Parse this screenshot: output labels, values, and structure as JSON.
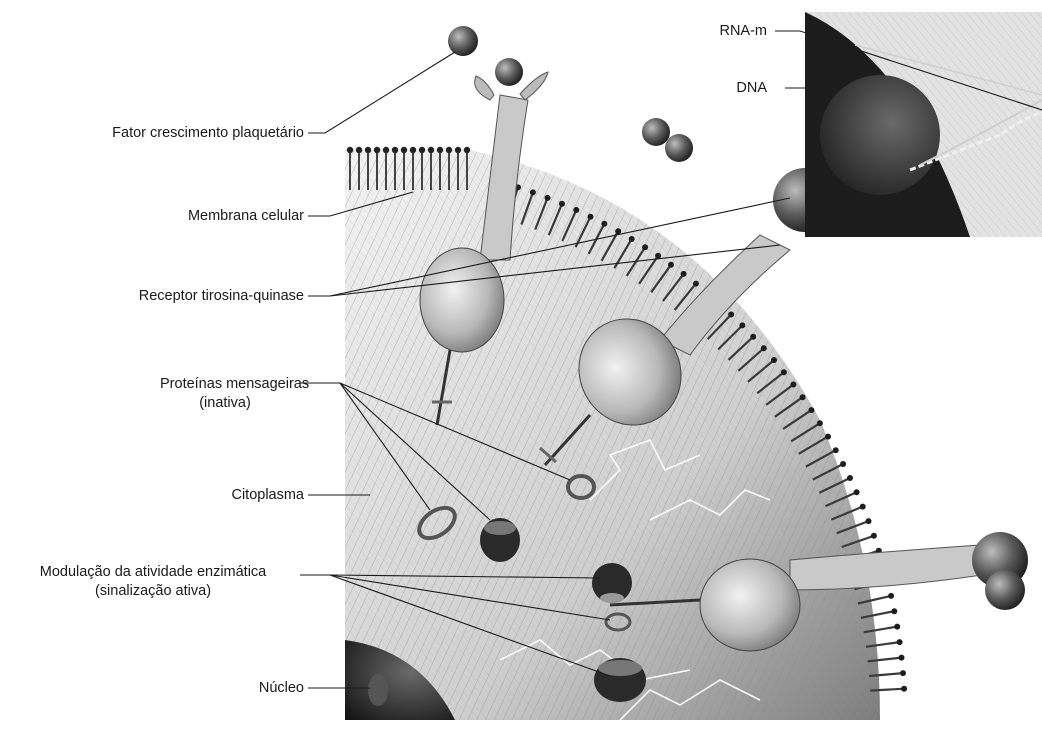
{
  "labels": {
    "platelet_growth_factor": "Fator crescimento plaquetário",
    "cell_membrane": "Membrana celular",
    "tyrosine_kinase_receptor": "Receptor tirosina-quinase",
    "messenger_proteins_line1": "Proteínas mensageiras",
    "messenger_proteins_line2": "(inativa)",
    "cytoplasm": "Citoplasma",
    "enzyme_modulation_line1": "Modulação da atividade enzimática",
    "enzyme_modulation_line2": "(sinalização ativa)",
    "nucleus": "Núcleo",
    "mrna": "RNA-m",
    "dna": "DNA"
  },
  "colors": {
    "ink": "#1a1a1a",
    "shade_dark": "#2b2b2b",
    "shade_mid": "#7a7a7a",
    "shade_light": "#d6d6d6",
    "background": "#ffffff"
  }
}
